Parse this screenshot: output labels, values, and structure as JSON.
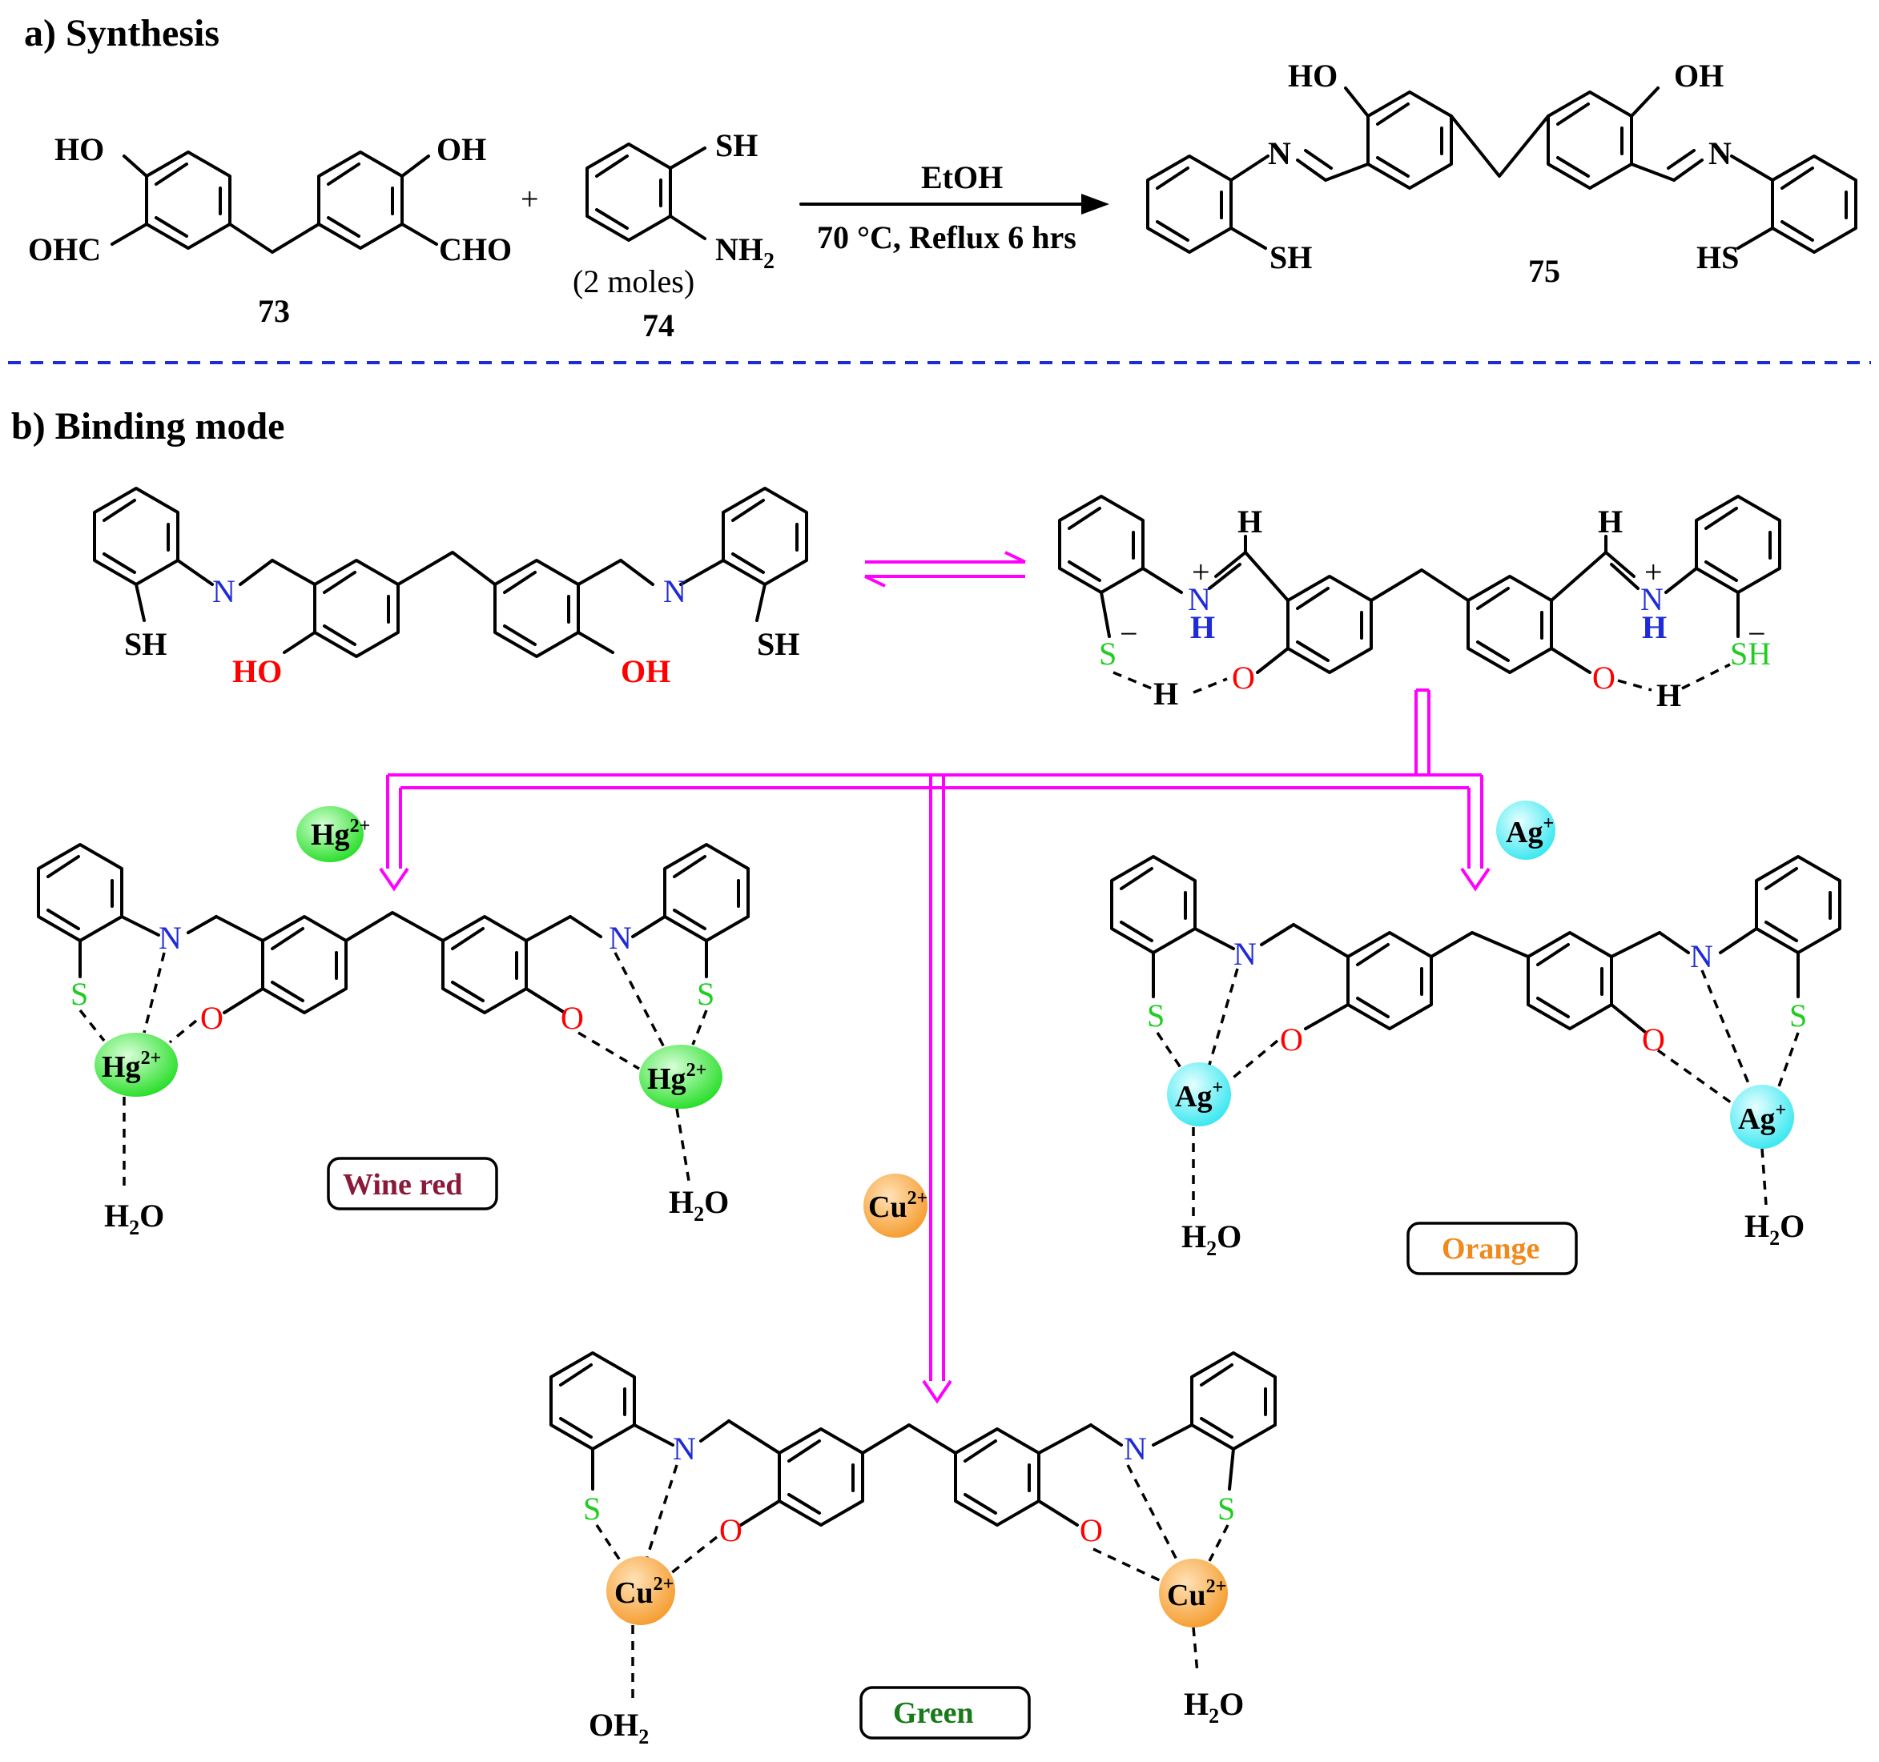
{
  "section_a": {
    "title": "a) Synthesis"
  },
  "section_b": {
    "title": "b) Binding mode"
  },
  "reactant_73": {
    "number": "73",
    "label_ho": "HO",
    "label_oh": "OH",
    "label_ohc": "OHC",
    "label_cho": "CHO"
  },
  "reactant_74": {
    "number": "74",
    "label_sh": "SH",
    "label_nh": "NH",
    "label_nh_sub": "2",
    "moles": "(2 moles)"
  },
  "plus_sign": "+",
  "conditions": {
    "solvent": "EtOH",
    "temp": "70 °C, Reflux 6 hrs"
  },
  "product_75": {
    "number": "75",
    "label_ho": "HO",
    "label_oh": "OH",
    "label_n": "N",
    "label_sh": "SH",
    "label_hs": "HS"
  },
  "ligand": {
    "n": "N",
    "sh": "SH",
    "ho": "HO",
    "oh": "OH"
  },
  "tautomer": {
    "h": "H",
    "n": "N",
    "plus": "+",
    "s": "S",
    "minus": "−",
    "o": "O",
    "sh": "SH"
  },
  "ions": {
    "hg": {
      "symbol": "Hg",
      "charge": "2+",
      "color": "#22dd22"
    },
    "ag": {
      "symbol": "Ag",
      "charge": "+",
      "color": "#33e6f0"
    },
    "cu": {
      "symbol": "Cu",
      "charge": "2+",
      "color": "#f59a2a"
    }
  },
  "complex_labels": {
    "s": "S",
    "n": "N",
    "o": "O",
    "water": "H",
    "water_sub": "2",
    "water_o": "O",
    "oh2_o": "OH",
    "oh2_sub": "2"
  },
  "colors": {
    "wine_red_label": "Wine red",
    "wine_red": "#8b1a3a",
    "orange_label": "Orange",
    "orange": "#f08a1c",
    "green_label": "Green",
    "green": "#1a7a1a",
    "heteroatom_n": "#1f2bd6",
    "heteroatom_o": "#ff0000",
    "heteroatom_s": "#22cc22",
    "arrow": "#ff00ff"
  }
}
